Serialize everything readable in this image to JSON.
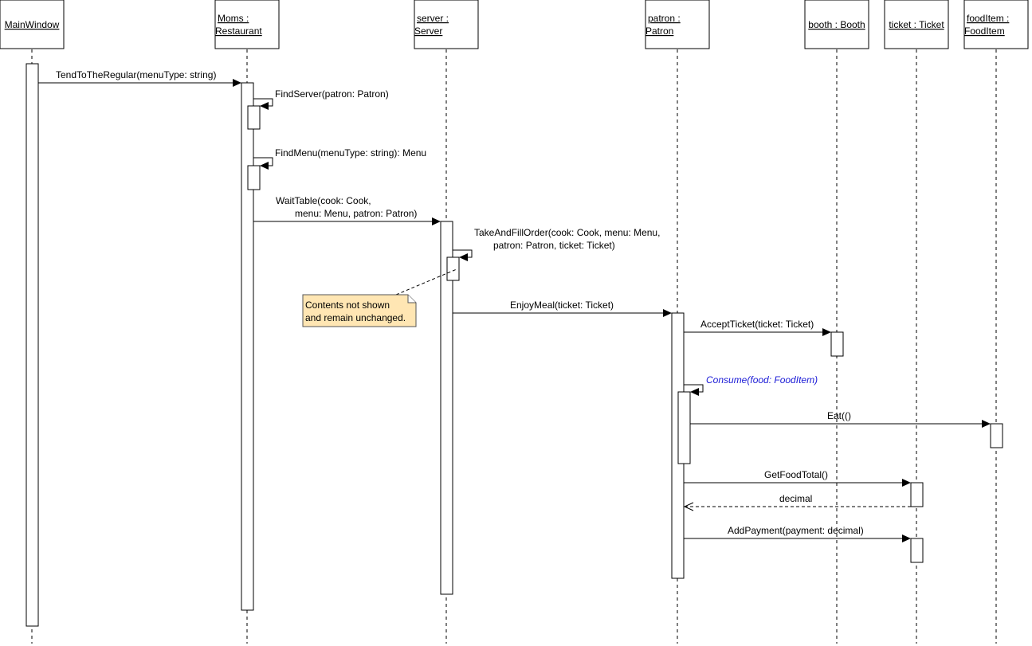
{
  "lifelines": {
    "main_window": [
      "MainWindow"
    ],
    "restaurant": [
      "Moms :",
      "Restaurant"
    ],
    "server": [
      "server :",
      "Server"
    ],
    "patron": [
      "patron :",
      "Patron"
    ],
    "booth": [
      "booth : Booth"
    ],
    "ticket": [
      "ticket : Ticket"
    ],
    "food_item": [
      "foodItem :",
      "FoodItem"
    ]
  },
  "messages": {
    "tend_to_the_regular": [
      "TendToTheRegular(menuType: string)"
    ],
    "find_server": [
      "FindServer(patron: Patron)"
    ],
    "find_menu": [
      "FindMenu(menuType: string): Menu"
    ],
    "wait_table": [
      "WaitTable(cook: Cook,",
      "menu: Menu, patron: Patron)"
    ],
    "take_and_fill_order": [
      "TakeAndFillOrder(cook: Cook, menu: Menu,",
      "patron: Patron, ticket: Ticket)"
    ],
    "enjoy_meal": [
      "EnjoyMeal(ticket: Ticket)"
    ],
    "accept_ticket": [
      "AcceptTicket(ticket: Ticket)"
    ],
    "consume": [
      "Consume(food: FoodItem)"
    ],
    "eat": [
      "Eat(()"
    ],
    "get_food_total": [
      "GetFoodTotal()"
    ],
    "decimal_return": [
      "decimal"
    ],
    "add_payment": [
      "AddPayment(payment: decimal)"
    ]
  },
  "note": {
    "lines": [
      "Contents not shown",
      "and remain unchanged."
    ],
    "fill_color": "#ffe6b3"
  },
  "colors": {
    "abstract_message": "#1a1ad6"
  }
}
